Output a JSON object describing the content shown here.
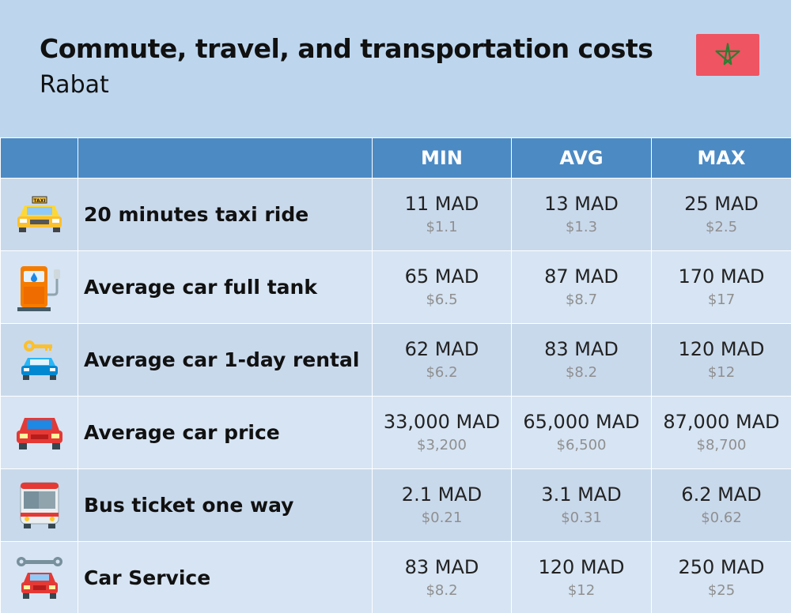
{
  "header": {
    "title": "Commute, travel, and transportation costs",
    "subtitle": "Rabat",
    "flag_icon": "morocco-flag-icon"
  },
  "table": {
    "columns": [
      "",
      "",
      "MIN",
      "AVG",
      "MAX"
    ],
    "rows": [
      {
        "icon": "taxi-icon",
        "label": "20 minutes taxi ride",
        "min": {
          "mad": "11 MAD",
          "usd": "$1.1"
        },
        "avg": {
          "mad": "13 MAD",
          "usd": "$1.3"
        },
        "max": {
          "mad": "25 MAD",
          "usd": "$2.5"
        }
      },
      {
        "icon": "fuel-pump-icon",
        "label": "Average car full tank",
        "min": {
          "mad": "65 MAD",
          "usd": "$6.5"
        },
        "avg": {
          "mad": "87 MAD",
          "usd": "$8.7"
        },
        "max": {
          "mad": "170 MAD",
          "usd": "$17"
        }
      },
      {
        "icon": "car-rental-key-icon",
        "label": "Average car 1-day rental",
        "min": {
          "mad": "62 MAD",
          "usd": "$6.2"
        },
        "avg": {
          "mad": "83 MAD",
          "usd": "$8.2"
        },
        "max": {
          "mad": "120 MAD",
          "usd": "$12"
        }
      },
      {
        "icon": "red-car-icon",
        "label": "Average car price",
        "min": {
          "mad": "33,000 MAD",
          "usd": "$3,200"
        },
        "avg": {
          "mad": "65,000 MAD",
          "usd": "$6,500"
        },
        "max": {
          "mad": "87,000 MAD",
          "usd": "$8,700"
        }
      },
      {
        "icon": "bus-icon",
        "label": "Bus ticket one way",
        "min": {
          "mad": "2.1 MAD",
          "usd": "$0.21"
        },
        "avg": {
          "mad": "3.1 MAD",
          "usd": "$0.31"
        },
        "max": {
          "mad": "6.2 MAD",
          "usd": "$0.62"
        }
      },
      {
        "icon": "car-service-wrench-icon",
        "label": "Car Service",
        "min": {
          "mad": "83 MAD",
          "usd": "$8.2"
        },
        "avg": {
          "mad": "120 MAD",
          "usd": "$12"
        },
        "max": {
          "mad": "250 MAD",
          "usd": "$25"
        }
      }
    ]
  },
  "colors": {
    "background": "#bdd6ee",
    "header_row": "#4c8ac4",
    "row_odd": "#c9d9ec",
    "row_even": "#d6e4f3",
    "flag_red": "#ef5462",
    "flag_star": "#2e7d32"
  }
}
